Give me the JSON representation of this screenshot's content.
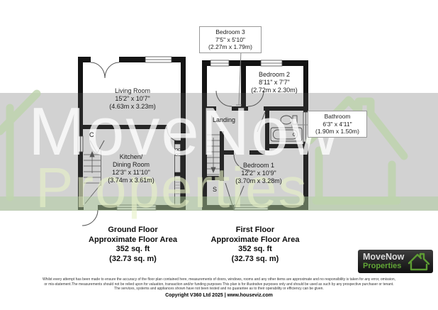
{
  "watermark": {
    "word1": "MoveNow",
    "word2": "Properties"
  },
  "callouts": {
    "bedroom3": {
      "name": "Bedroom 3",
      "dim_ft": "7'5\" x 5'10\"",
      "dim_m": "(2.27m x 1.79m)"
    },
    "bathroom": {
      "name": "Bathroom",
      "dim_ft": "6'3\" x 4'11\"",
      "dim_m": "(1.90m x 1.50m)"
    }
  },
  "ground_floor": {
    "living_room": {
      "name": "Living Room",
      "dim_ft": "15'2\" x 10'7\"",
      "dim_m": "(4.63m x 3.23m)"
    },
    "kitchen": {
      "name_line1": "Kitchen/",
      "name_line2": "Dining Room",
      "dim_ft": "12'3\" x 11'10\"",
      "dim_m": "(3.74m x 3.61m)"
    },
    "cupboard_label": "C",
    "summary": {
      "title": "Ground Floor",
      "subtitle": "Approximate Floor Area",
      "area_ft": "352 sq. ft",
      "area_m": "(32.73 sq. m)"
    }
  },
  "first_floor": {
    "bedroom2": {
      "name": "Bedroom 2",
      "dim_ft": "8'11\" x 7'7\"",
      "dim_m": "(2.72m x 2.30m)"
    },
    "bedroom1": {
      "name": "Bedroom 1",
      "dim_ft": "12'2\" x 10'9\"",
      "dim_m": "(3.70m x 3.28m)"
    },
    "landing_label": "Landing",
    "storage_label": "S",
    "summary": {
      "title": "First Floor",
      "subtitle": "Approximate Floor Area",
      "area_ft": "352 sq. ft",
      "area_m": "(32.73 sq. m)"
    }
  },
  "logo": {
    "name": "MoveNow",
    "tagline": "Properties"
  },
  "footer": {
    "disclaimer_line1": "Whilst every attempt has been made to ensure the accuracy of the floor plan contained here, measurements of doors, windows, rooms and any other items are approximate and no responsibility is taken for any error, omission,",
    "disclaimer_line2": "or mis-statement.The measurements should not be relied upon for valuation, transaction and/or funding purposes This plan is for illustrative purposes only and should be used as such by any prospective purchaser or tenant.",
    "disclaimer_line3": "The services, systems and appliances shown have not been tested and no guarantee as to their operability or efficiency can be given.",
    "copyright": "Copyright V360 Ltd 2025 | www.houseviz.com"
  },
  "colors": {
    "accent_green": "#5f9e35",
    "watermark_green": "#bed4ac",
    "band_gray": "#d2d2d2"
  }
}
